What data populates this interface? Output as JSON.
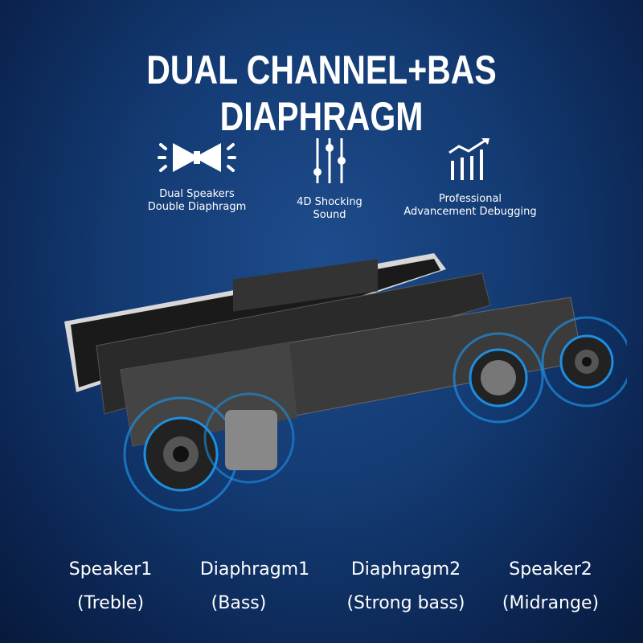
{
  "headline": "DUAL CHANNEL+BAS DIAPHRAGM",
  "features": [
    {
      "icon": "speaker-icon",
      "line1": "Dual Speakers",
      "line2": "Double Diaphragm"
    },
    {
      "icon": "equalizer-icon",
      "line1": "4D Shocking",
      "line2": "Sound"
    },
    {
      "icon": "growth-chart-icon",
      "line1": "Professional",
      "line2": "Advancement Debugging"
    }
  ],
  "labels": [
    {
      "name": "Speaker1",
      "role": "(Treble)"
    },
    {
      "name": "Diaphragm1",
      "role": "(Bass)"
    },
    {
      "name": "Diaphragm2",
      "role": "(Strong bass)"
    },
    {
      "name": "Speaker2",
      "role": "(Midrange)"
    }
  ],
  "colors": {
    "background": "#133a72",
    "accent": "#1e8fe0"
  }
}
